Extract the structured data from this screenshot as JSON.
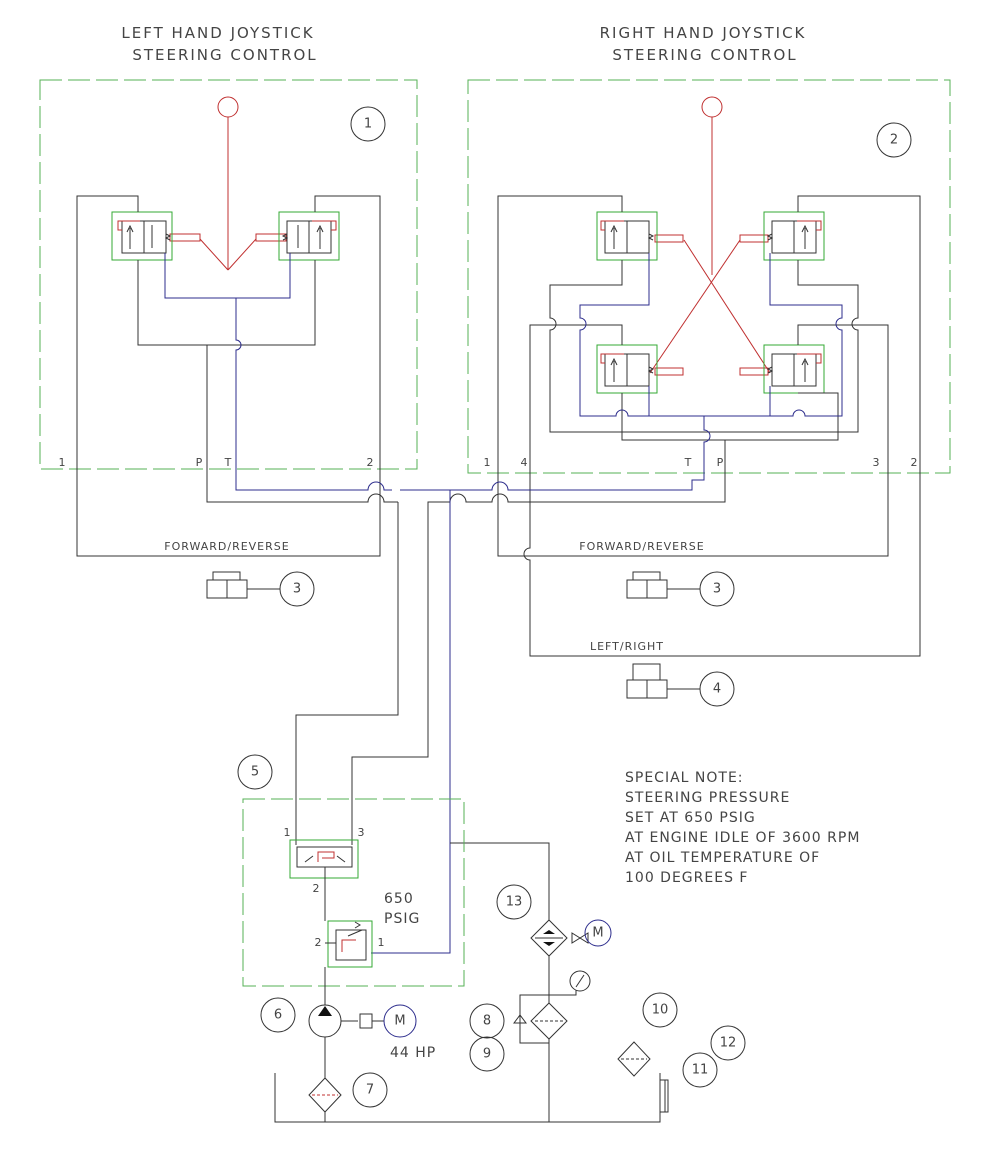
{
  "left_title": {
    "line1": "LEFT HAND JOYSTICK",
    "line2": "STEERING CONTROL"
  },
  "right_title": {
    "line1": "RIGHT HAND JOYSTICK",
    "line2": "STEERING CONTROL"
  },
  "left_ports": {
    "p1": "1",
    "pP": "P",
    "pT": "T",
    "p2": "2"
  },
  "right_ports": {
    "p1": "1",
    "p4": "4",
    "pT": "T",
    "pP": "P",
    "p3": "3",
    "p2": "2"
  },
  "cylinder_labels": {
    "left_fwd": "FORWARD/REVERSE",
    "right_fwd": "FORWARD/REVERSE",
    "left_right": "LEFT/RIGHT"
  },
  "item_numbers": {
    "n1": "1",
    "n2": "2",
    "n3a": "3",
    "n3b": "3",
    "n4": "4",
    "n5": "5",
    "n6": "6",
    "n7": "7",
    "n8": "8",
    "n9": "9",
    "n10": "10",
    "n11": "11",
    "n12": "12",
    "n13": "13"
  },
  "valve_ports": {
    "fd1": "1",
    "fd3": "3",
    "fd2": "2",
    "rv2": "2",
    "rv1": "1"
  },
  "relief_setting": {
    "line1": "650",
    "line2": "PSIG"
  },
  "motor_label": "M",
  "horsepower": "44 HP",
  "special_note": [
    "SPECIAL NOTE:",
    "STEERING PRESSURE",
    "SET AT 650 PSIG",
    "AT ENGINE IDLE OF 3600 RPM",
    "AT OIL TEMPERATURE OF",
    "100 DEGREES F"
  ],
  "colors": {
    "pressure_line": "#333333",
    "return_line": "#2c2c8c",
    "pilot_line": "#c03030",
    "boundary": "#55b055"
  }
}
